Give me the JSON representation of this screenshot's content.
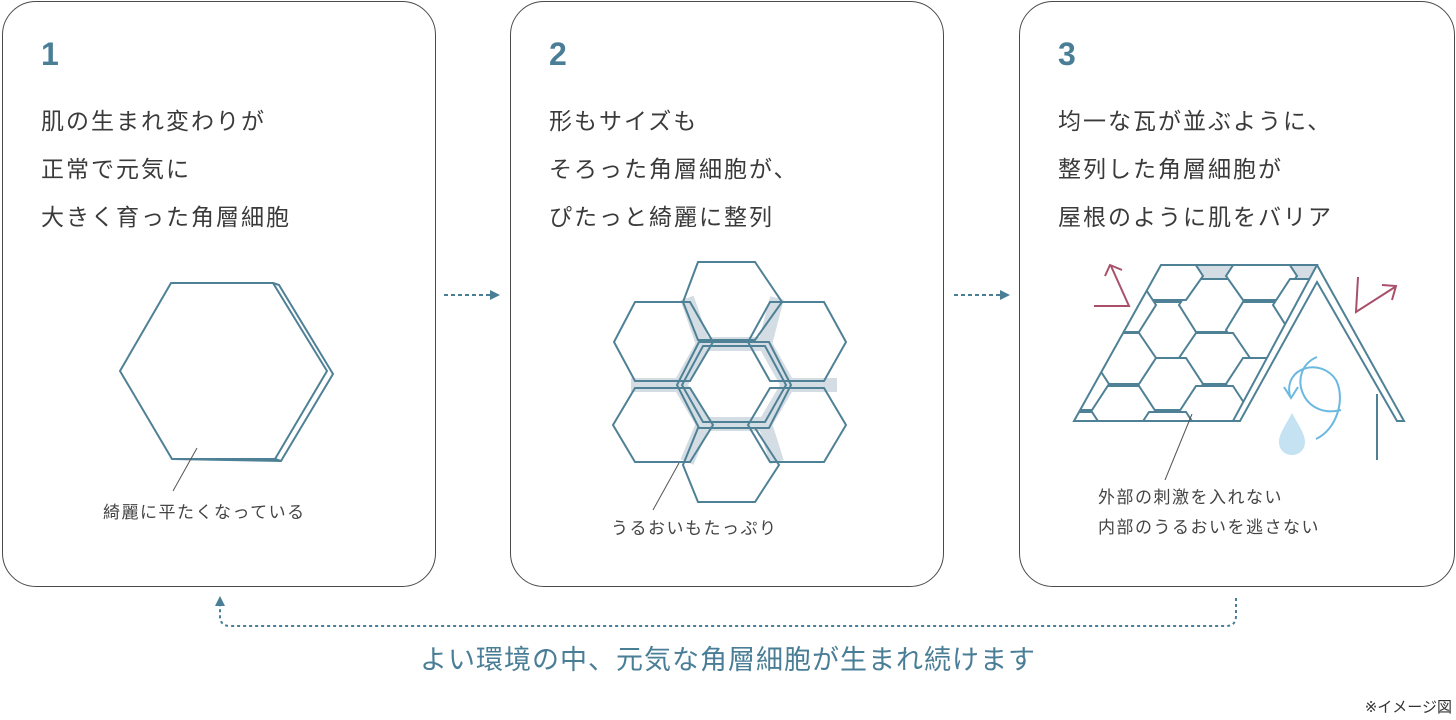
{
  "steps": [
    {
      "number": "1",
      "title": "肌の生まれ変わりが\n正常で元気に\n大きく育った角層細胞",
      "caption": "綺麗に平たくなっている"
    },
    {
      "number": "2",
      "title": "形もサイズも\nそろった角層細胞が、\nぴたっと綺麗に整列",
      "caption": "うるおいもたっぷり"
    },
    {
      "number": "3",
      "title": "均一な瓦が並ぶように、\n整列した角層細胞が\n屋根のように肌をバリア",
      "caption": "外部の刺激を入れない\n内部のうるおいを逃さない"
    }
  ],
  "cycle_text": "よい環境の中、元気な角層細胞が生まれ続けます",
  "note": "※イメージ図",
  "colors": {
    "accent": "#4a7e96",
    "cell_stroke": "#4f8196",
    "moisture": "#d3dde3",
    "irritant_arrow": "#a8506a",
    "water": "#6bb8e0",
    "border": "#4a4a4a"
  },
  "icons": [
    "hexagon-cell-icon",
    "honeycomb-icon",
    "roof-barrier-icon",
    "irritant-arrow-icon",
    "water-drop-icon",
    "cycle-arrow-icon"
  ]
}
